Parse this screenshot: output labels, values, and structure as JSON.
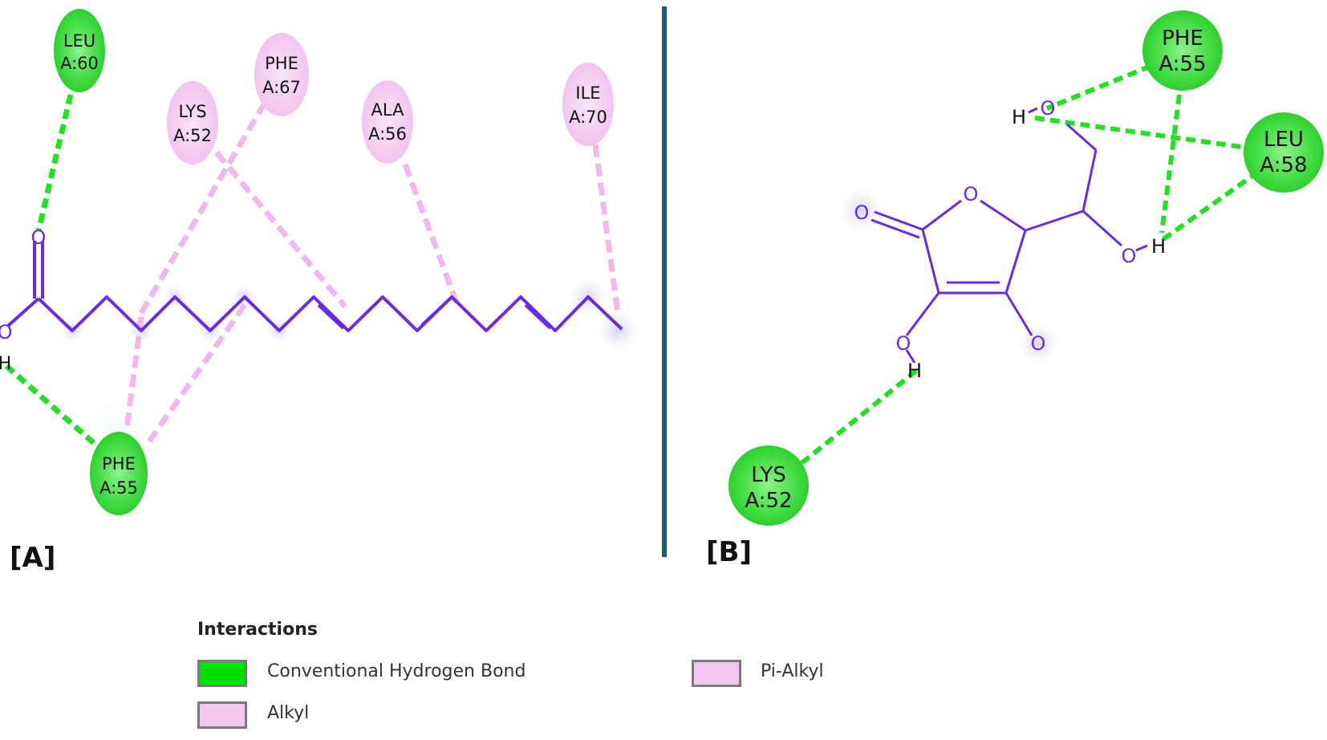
{
  "panels": {
    "a_label": "[A]",
    "b_label": "[B]"
  },
  "residues": {
    "a_leu60": [
      "LEU",
      "A:60"
    ],
    "a_phe67": [
      "PHE",
      "A:67"
    ],
    "a_lys52": [
      "LYS",
      "A:52"
    ],
    "a_ala56": [
      "ALA",
      "A:56"
    ],
    "a_ile70": [
      "ILE",
      "A:70"
    ],
    "a_phe55": [
      "PHE",
      "A:55"
    ],
    "b_phe55": [
      "PHE",
      "A:55"
    ],
    "b_leu58": [
      "LEU",
      "A:58"
    ],
    "b_lys52": [
      "LYS",
      "A:52"
    ]
  },
  "atoms": {
    "oxygen": "O",
    "hydrogen": "H"
  },
  "legend": {
    "title": "Interactions",
    "items": [
      {
        "label": "Conventional Hydrogen Bond",
        "color": "#00e000"
      },
      {
        "label": "Alkyl",
        "color": "#f2c8ef"
      },
      {
        "label": "Pi-Alkyl",
        "color": "#f2c8ef"
      }
    ]
  },
  "colors": {
    "ligand": "#6a2be6",
    "hbond": "#22e022",
    "alkyl": "#f1b8ee",
    "residue_green": "#4fe04f",
    "residue_pink": "#f4cdf1",
    "divider": "#1f5b85"
  }
}
